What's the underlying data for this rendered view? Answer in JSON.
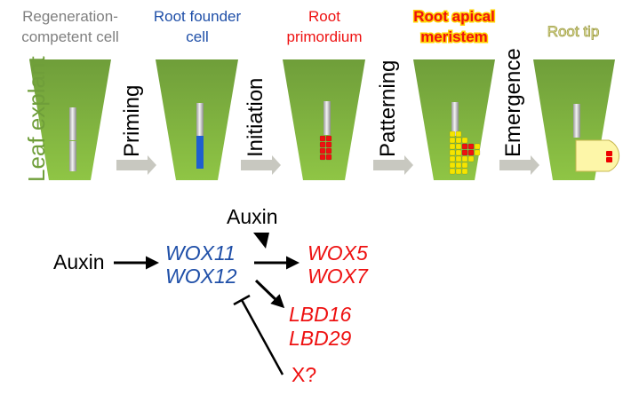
{
  "stages": [
    {
      "label_lines": [
        "Regeneration-",
        "competent cell"
      ],
      "color": "#7f7f7f"
    },
    {
      "label_lines": [
        "Root founder",
        "cell"
      ],
      "color": "#1f4fa8"
    },
    {
      "label_lines": [
        "Root",
        "primordium"
      ],
      "color": "#ee1111"
    },
    {
      "label_lines": [
        "Root apical",
        "meristem"
      ],
      "color": "#ee1111"
    },
    {
      "label_lines": [
        "Root tip"
      ],
      "color": "#f3f0b0"
    }
  ],
  "explant_label": "Leaf explant",
  "steps": [
    "Priming",
    "Initiation",
    "Patterning",
    "Emergence"
  ],
  "network": {
    "auxin_left": "Auxin",
    "auxin_top": "Auxin",
    "wox11": "WOX11",
    "wox12": "WOX12",
    "wox5": "WOX5",
    "wox7": "WOX7",
    "lbd16": "LBD16",
    "lbd29": "LBD29",
    "x": "X?"
  },
  "colors": {
    "leaf_green": "#7cb342",
    "blue": "#1f4fa8",
    "red": "#ee1111",
    "yellow": "#f5e500",
    "arrow_gray": "#c8c8c0"
  }
}
